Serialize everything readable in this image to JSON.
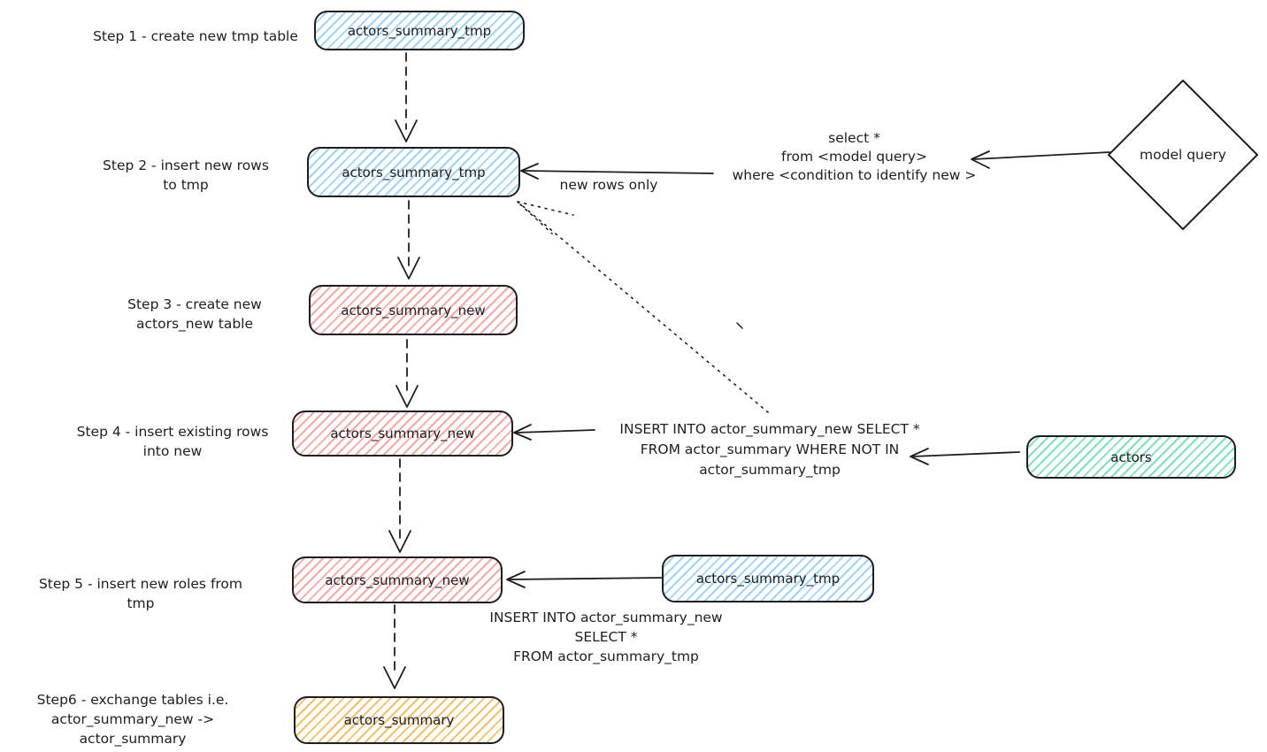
{
  "title": "table exchange workflow diagram",
  "colors": {
    "stroke": "#1e1e1e",
    "blue_fill": "#9ed4f7",
    "pink_fill": "#f8a8a4",
    "yellow_fill": "#f2c06b",
    "green_fill": "#7fe0c0",
    "background": "#ffffff"
  },
  "labels": {
    "step1": [
      "Step 1 - create new tmp table"
    ],
    "step2": [
      "Step 2 - insert new rows",
      "to tmp"
    ],
    "step3": [
      "Step 3 - create new",
      "actors_new table"
    ],
    "step4": [
      "Step 4 - insert existing rows",
      "into new"
    ],
    "step5": [
      "Step 5 - insert new roles from tmp"
    ],
    "step6": [
      "Step6 - exchange tables i.e.",
      "actor_summary_new -> actor_summary"
    ]
  },
  "nodes": {
    "step1_table": "actors_summary_tmp",
    "step2_table": "actors_summary_tmp",
    "step3_table": "actors_summary_new",
    "step4_table": "actors_summary_new",
    "step5_table": "actors_summary_new",
    "step5_source_table": "actors_summary_tmp",
    "step6_table": "actors_summary",
    "actors_table": "actors",
    "model_query": "model query"
  },
  "annotations": {
    "select_query_lines": [
      "select *",
      "from <model query>",
      "where <condition to identify new >"
    ],
    "new_rows_only": "new rows only",
    "insert_not_in_lines": [
      "INSERT INTO actor_summary_new SELECT *",
      "FROM actor_summary WHERE NOT IN",
      "actor_summary_tmp"
    ],
    "insert_from_tmp_lines": [
      "INSERT INTO actor_summary_new",
      "SELECT *",
      "FROM actor_summary_tmp"
    ]
  }
}
